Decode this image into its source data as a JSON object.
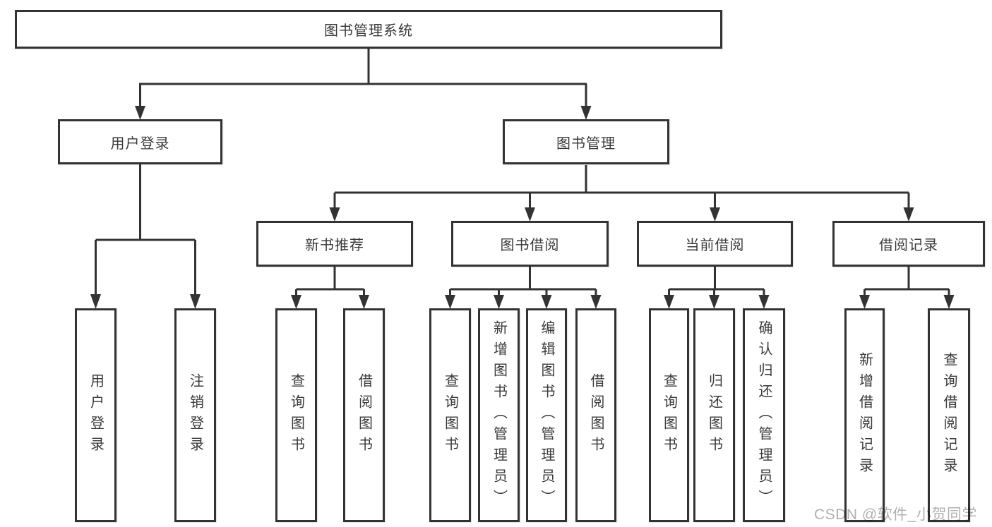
{
  "diagram": {
    "title": "图书管理系统",
    "branches": [
      {
        "label": "用户登录",
        "children": [
          {
            "label": "用户登录"
          },
          {
            "label": "注销登录"
          }
        ]
      },
      {
        "label": "图书管理",
        "children": [
          {
            "label": "新书推荐",
            "children": [
              {
                "label": "查询图书"
              },
              {
                "label": "借阅图书"
              }
            ]
          },
          {
            "label": "图书借阅",
            "children": [
              {
                "label": "查询图书"
              },
              {
                "label": "新增图书（管理员）"
              },
              {
                "label": "编辑图书（管理员）"
              },
              {
                "label": "借阅图书"
              }
            ]
          },
          {
            "label": "当前借阅",
            "children": [
              {
                "label": "查询图书"
              },
              {
                "label": "归还图书"
              },
              {
                "label": "确认归还（管理员）"
              }
            ]
          },
          {
            "label": "借阅记录",
            "children": [
              {
                "label": "新增借阅记录"
              },
              {
                "label": "查询借阅记录"
              }
            ]
          }
        ]
      }
    ]
  },
  "watermark": "CSDN @软件_小贺同学",
  "colors": {
    "line": "#333333",
    "text": "#3a3a3a",
    "watermark": "#b0b0b0",
    "background": "#ffffff"
  }
}
